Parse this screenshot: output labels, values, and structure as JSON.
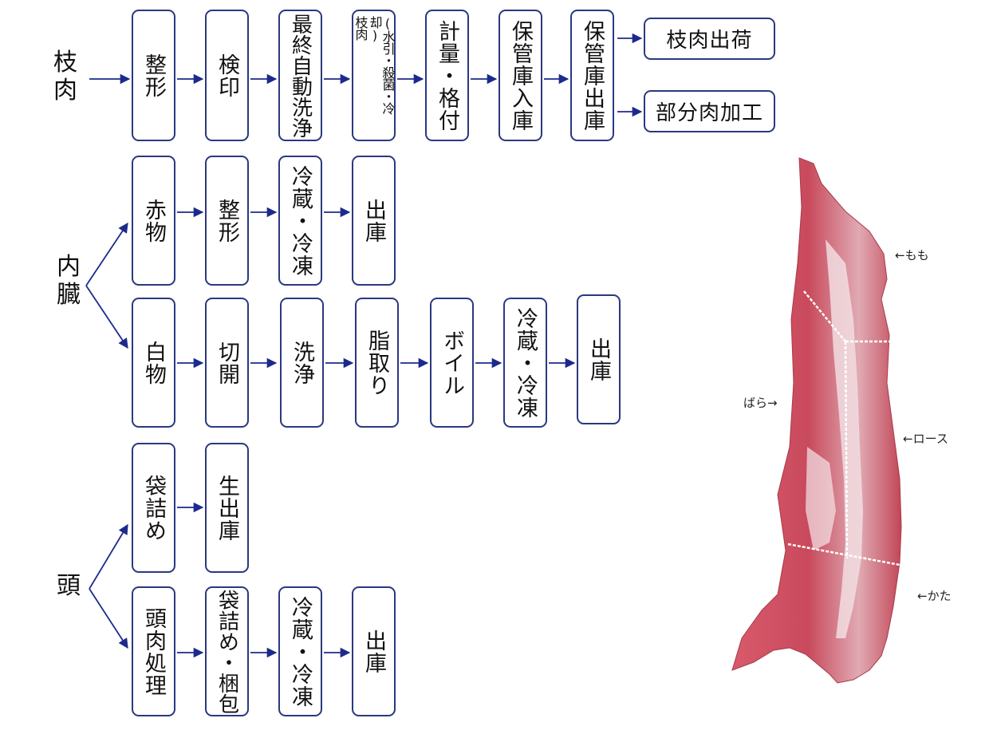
{
  "colors": {
    "arrow": "#1c2a8c",
    "box_border": "#2a3880",
    "meat": "#c84a5c",
    "fat": "#f1dde0"
  },
  "categories": {
    "carcass": [
      "枝",
      "肉"
    ],
    "offal": [
      "内",
      "臓"
    ],
    "head": [
      "頭"
    ]
  },
  "carcass_flow": {
    "trim": "整形",
    "inspection_stamp": "検印",
    "final_auto_wash": "最終自動洗浄",
    "carcass_treatment_parts": [
      "枝肉",
      "(水引・殺菌・冷却)"
    ],
    "weighing_grading": "計量・格付",
    "storage_in": "保管庫入庫",
    "storage_out": "保管庫出庫",
    "carcass_shipping": "枝肉出荷",
    "cut_processing": "部分肉加工"
  },
  "red_offal_flow": {
    "red_offal": "赤物",
    "trim": "整形",
    "chill_freeze": "冷蔵・冷凍",
    "ship_out": "出庫"
  },
  "white_offal_flow": {
    "white_offal": "白物",
    "cut_open": "切開",
    "wash": "洗浄",
    "remove_fat": "脂取り",
    "boil": "ボイル",
    "chill_freeze": "冷蔵・冷凍",
    "ship_out": "出庫"
  },
  "head_bag_flow": {
    "bagging": "袋詰め",
    "raw_ship_out": "生出庫"
  },
  "head_meat_flow": {
    "head_meat_processing": "頭肉処理",
    "bag_pack": "袋詰め・梱包",
    "chill_freeze": "冷蔵・冷凍",
    "ship_out": "出庫"
  },
  "carcass_parts": {
    "momo": "←もも",
    "bara": "ばら→",
    "loin": "←ロース",
    "kata": "←かた"
  }
}
